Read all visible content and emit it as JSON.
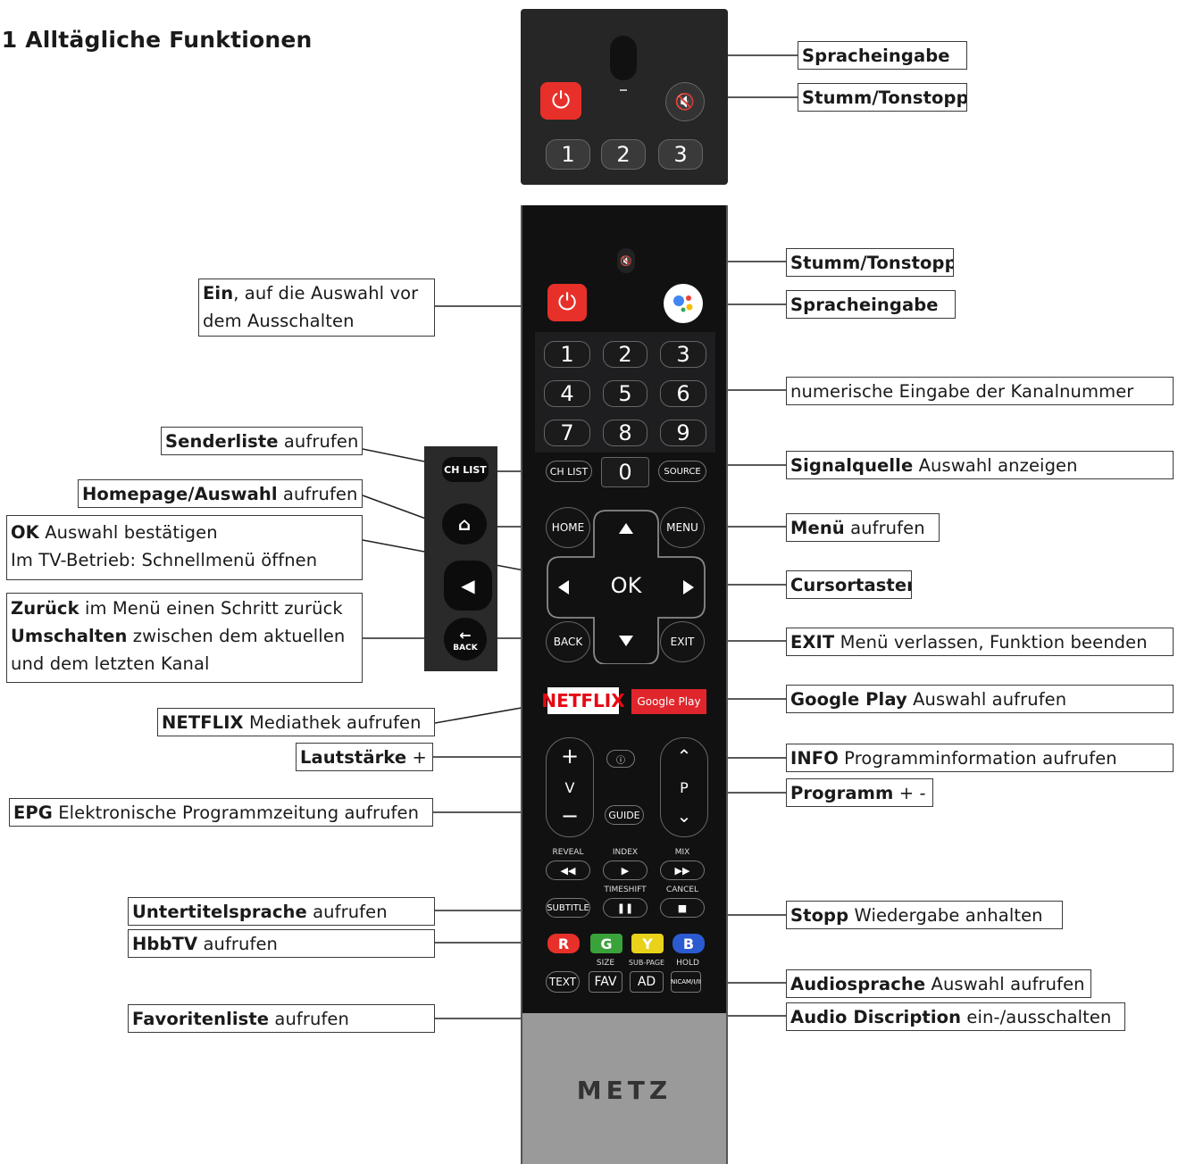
{
  "heading": ".1 Alltägliche Funktionen",
  "remote": {
    "brand": "METZ",
    "top_keys": [
      "1",
      "2",
      "3"
    ],
    "num_keys": [
      "1",
      "2",
      "3",
      "4",
      "5",
      "6",
      "7",
      "8",
      "9",
      "0"
    ],
    "keys": {
      "chlist": "CH LIST",
      "source": "SOURCE",
      "home": "HOME",
      "menu": "MENU",
      "ok": "OK",
      "back": "BACK",
      "exit": "EXIT",
      "netflix": "NETFLIX",
      "googleplay": "Google Play",
      "vol_plus": "+",
      "vol_v": "V",
      "vol_minus": "−",
      "prog_p": "P",
      "guide": "GUIDE",
      "reveal": "REVEAL",
      "index": "INDEX",
      "mix": "MIX",
      "timeshift": "TIMESHIFT",
      "cancel": "CANCEL",
      "subtitle": "SUBTITLE",
      "red": "R",
      "green": "G",
      "yellow": "Y",
      "blue": "B",
      "size": "SIZE",
      "subpage": "SUB-PAGE",
      "hold": "HOLD",
      "text": "TEXT",
      "fav": "FAV",
      "ad": "AD",
      "nicam": "NICAM/I/II",
      "back_side": "BACK"
    },
    "colors": {
      "red": "#e8302a",
      "green": "#3aa23a",
      "yellow": "#e8d21a",
      "blue": "#2a5bd0",
      "netflix": "#e50914",
      "googleplay": "#e0262c"
    }
  },
  "labels": {
    "sprach_top": {
      "b": "Spracheingabe",
      "t": ""
    },
    "stumm_top": {
      "b": "Stumm/Tonstopp",
      "t": ""
    },
    "stumm": {
      "b": "Stumm/Tonstopp",
      "t": ""
    },
    "ein_l1b": "Ein",
    "ein_l1t": ", auf die Auswahl vor",
    "ein_l2": "dem Ausschalten",
    "sprach": {
      "b": "Spracheingabe",
      "t": ""
    },
    "numerisch": {
      "b": "",
      "t": "numerische Eingabe der Kanalnummer"
    },
    "senderliste": {
      "b": "Senderliste",
      "t": " aufrufen"
    },
    "signalquelle": {
      "b": "Signalquelle",
      "t": " Auswahl anzeigen"
    },
    "homepage": {
      "b": "Homepage/Auswahl",
      "t": " aufrufen"
    },
    "ok_l1b": "OK",
    "ok_l1t": " Auswahl bestätigen",
    "ok_l2": "Im TV-Betrieb: Schnellmenü öffnen",
    "menue": {
      "b": "Menü",
      "t": " aufrufen"
    },
    "cursor": {
      "b": "Cursortasten",
      "t": ""
    },
    "zur_l1b": "Zurück",
    "zur_l1t": " im Menü einen Schritt zurück",
    "zur_l2b": "Umschalten",
    "zur_l2t": " zwischen dem aktuellen",
    "zur_l3": "und dem letzten Kanal",
    "exit": {
      "b": "EXIT",
      "t": " Menü verlassen, Funktion beenden"
    },
    "google": {
      "b": "Google Play",
      "t": " Auswahl aufrufen"
    },
    "netflix": {
      "b": "NETFLIX",
      "t": " Mediathek aufrufen"
    },
    "laut": {
      "b": "Lautstärke",
      "t": " + -"
    },
    "info": {
      "b": "INFO",
      "t": " Programminformation aufrufen"
    },
    "programm": {
      "b": "Programm",
      "t": " + -"
    },
    "epg": {
      "b": "EPG",
      "t": " Elektronische Programmzeitung aufrufen"
    },
    "untertitel": {
      "b": "Untertitelsprache",
      "t": " aufrufen"
    },
    "stopp": {
      "b": "Stopp",
      "t": " Wiedergabe anhalten"
    },
    "hbbtv": {
      "b": "HbbTV",
      "t": " aufrufen"
    },
    "audiosprache": {
      "b": "Audiosprache",
      "t": " Auswahl aufrufen"
    },
    "favoriten": {
      "b": "Favoritenliste",
      "t": " aufrufen"
    },
    "audiodesc": {
      "b": "Audio Discription",
      "t": " ein-/ausschalten"
    }
  }
}
